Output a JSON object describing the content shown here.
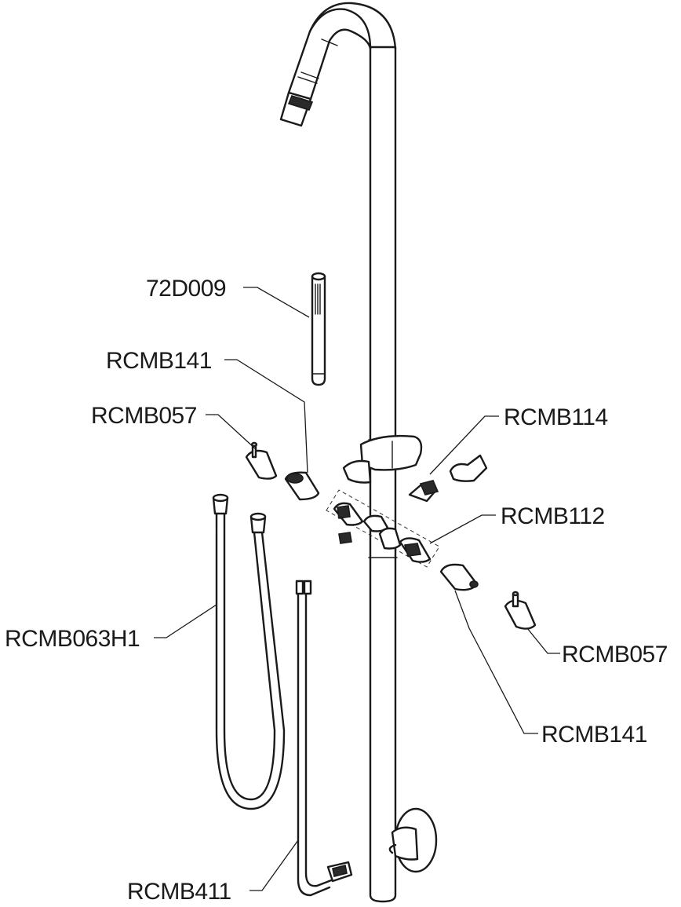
{
  "diagram": {
    "labels": {
      "hand_shower": "72D009",
      "cartridge_left": "RCMB141",
      "handle_left": "RCMB057",
      "hose": "RCMB063H1",
      "connector": "RCMB114",
      "valve_body": "RCMB112",
      "handle_right": "RCMB057",
      "cartridge_right": "RCMB141",
      "supply_hoses": "RCMB411"
    },
    "colors": {
      "line": "#1a1a1a",
      "background": "#ffffff",
      "dark_fill": "#2a2a2a"
    }
  }
}
